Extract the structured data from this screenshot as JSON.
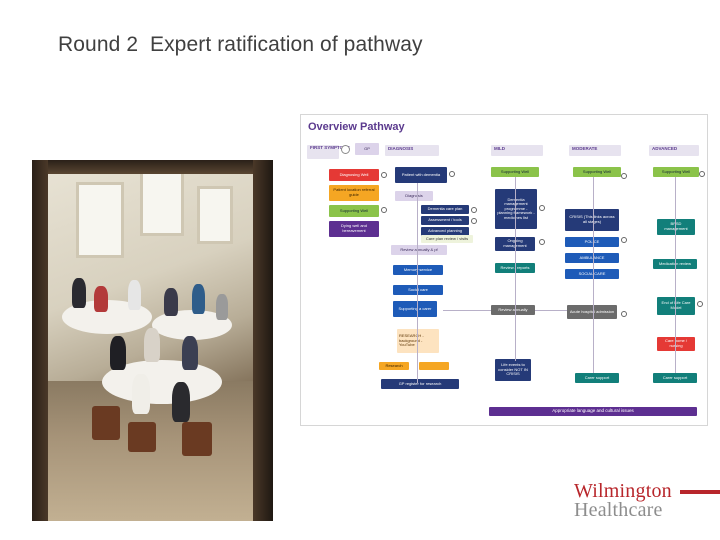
{
  "slide": {
    "title": "Round 2  Expert ratification of pathway"
  },
  "photo": {
    "alt": "Workshop room with attendees seated at round tables"
  },
  "poster": {
    "title": "Overview Pathway",
    "stages": [
      "FIRST SYMPTOMS",
      "DIAGNOSIS",
      "MILD",
      "MODERATE",
      "ADVANCED"
    ],
    "first_symptoms_box": "GP",
    "left_column": [
      "Diagnosing Well",
      "Patient location referral guide",
      "Supporting Well",
      "Dying well and bereavement"
    ],
    "diagnosis_column": [
      "Patient with dementia",
      "Diagnosis",
      "Dementia care plan",
      "Assessment / tools",
      "Advanced planning",
      "Care plan review / visits",
      "Review annually & pf",
      "Memory service",
      "Social care",
      "Supporting a carer",
      "RESEARCH - background - YouTube",
      "Research",
      "GP register for research"
    ],
    "mild_column": [
      "Supporting Well",
      "Dementia management programme - planning framework - medicines list",
      "Ongoing management",
      "Review / reports",
      "Review annually",
      "Life events to consider NOT IN CRISIS"
    ],
    "moderate_column": [
      "Supporting Well",
      "CRISIS (This links across all stages)",
      "POLICE",
      "AMBULANCE",
      "SOCIAL CARE",
      "Acute hospital admission",
      "Carer support"
    ],
    "advanced_column": [
      "Supporting Well",
      "BPSD management",
      "Medication review",
      "End of Life Care Model",
      "Care home / nursing",
      "Carer support"
    ],
    "footer_bar": "Appropriate language and cultural issues"
  },
  "logo": {
    "line1": "Wilmington",
    "line2": "Healthcare"
  },
  "colors": {
    "brand_red": "#b8262b",
    "pathway_purple": "#5d2f91"
  }
}
